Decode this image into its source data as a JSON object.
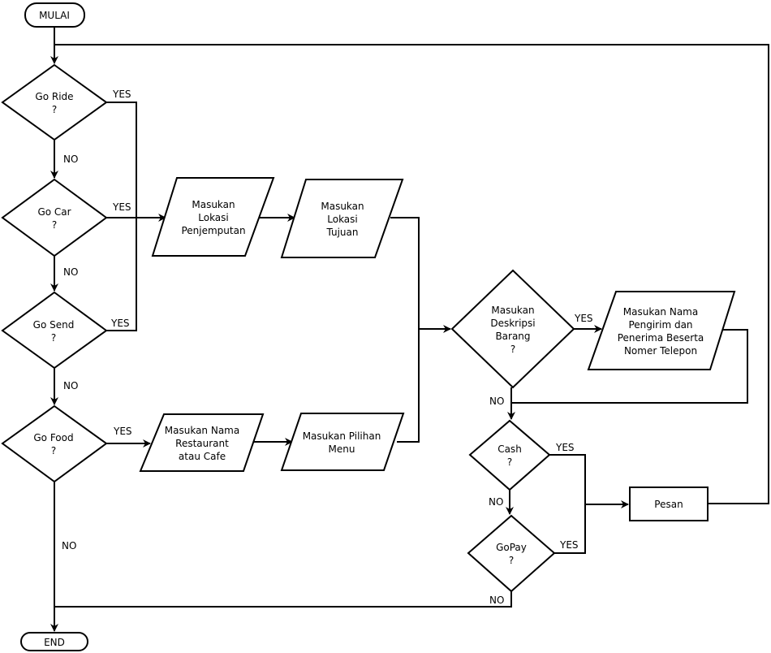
{
  "diagram": {
    "terminals": {
      "start": "MULAI",
      "end": "END"
    },
    "decisions": {
      "go_ride": [
        "Go Ride",
        "?"
      ],
      "go_car": [
        "Go Car",
        "?"
      ],
      "go_send": [
        "Go Send",
        "?"
      ],
      "go_food": [
        "Go Food",
        "?"
      ],
      "deskripsi": [
        "Masukan",
        "Deskripsi",
        "Barang",
        "?"
      ],
      "cash": [
        "Cash",
        "?"
      ],
      "gopay": [
        "GoPay",
        "?"
      ]
    },
    "inputs": {
      "lokasi_jemput": [
        "Masukan",
        "Lokasi",
        "Penjemputan"
      ],
      "lokasi_tujuan": [
        "Masukan",
        "Lokasi",
        "Tujuan"
      ],
      "nama_restaurant": [
        "Masukan Nama",
        "Restaurant",
        "atau Cafe"
      ],
      "pilihan_menu": [
        "Masukan Pilihan",
        "Menu"
      ],
      "pengirim_penerima": [
        "Masukan Nama",
        "Pengirim dan",
        "Penerima Beserta",
        "Nomer Telepon"
      ]
    },
    "processes": {
      "pesan": "Pesan"
    },
    "edge_labels": {
      "yes": "YES",
      "no": "NO"
    },
    "colors": {
      "stroke": "#000000",
      "fill": "#ffffff"
    }
  }
}
